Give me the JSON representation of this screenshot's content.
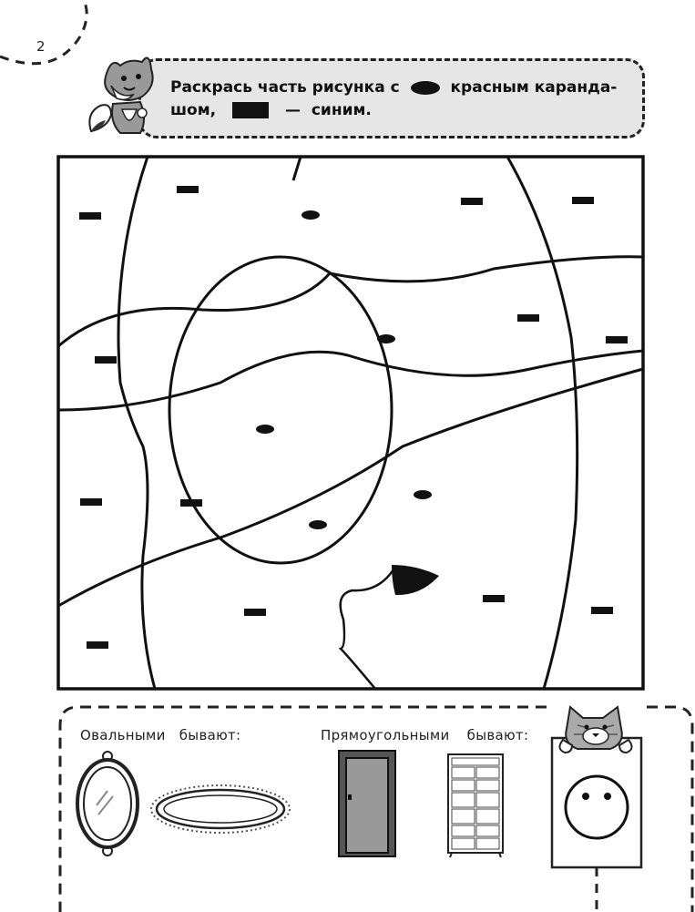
{
  "page": {
    "number": "2"
  },
  "instruction": {
    "line1_a": "Раскрась часть рисунка с",
    "line1_b": "красным каранда-",
    "line2_a": "шом,",
    "line2_b": "— синим."
  },
  "section": {
    "oval_label": "Овальными бывают:",
    "rect_label": "Прямоугольными бывают:"
  },
  "icons": {
    "fox": "fox-icon",
    "cat": "cat-icon",
    "mirror": "mirror-icon",
    "tray": "oval-tray-icon",
    "door": "door-icon",
    "cabinet": "cabinet-icon",
    "socket": "socket-icon"
  },
  "colors": {
    "ink": "#111111",
    "box_fill": "#e6e6e6",
    "door_fill": "#999999"
  }
}
